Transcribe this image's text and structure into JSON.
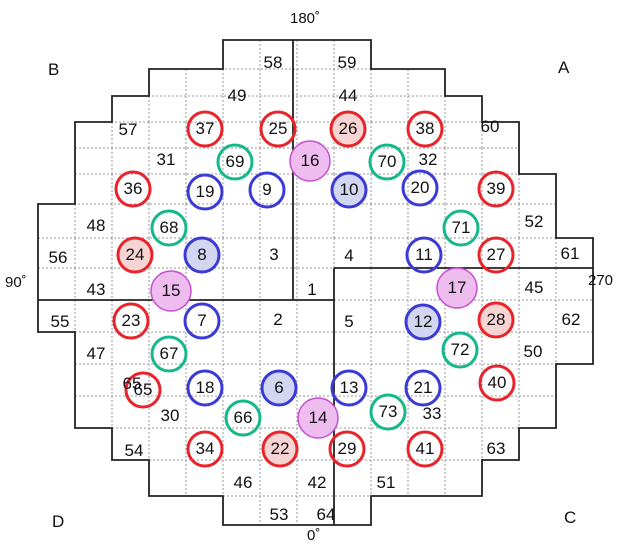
{
  "quadrants": {
    "A": "A",
    "B": "B",
    "C": "C",
    "D": "D"
  },
  "angles": {
    "top": "180˚",
    "bottom": "0˚",
    "left": "90˚",
    "right": "270"
  },
  "colors": {
    "red": "#e8242a",
    "blue": "#3a3ad6",
    "green": "#14b88a",
    "magenta": "#c64fd0",
    "fill_red": "#f6d4d4",
    "fill_blue": "#d3d6f0",
    "fill_magenta": "#eebcef",
    "grid_solid": "#222222",
    "grid_dotted": "#9a9a9a"
  },
  "plain_labels": [
    "1",
    "2",
    "3",
    "4",
    "5",
    "30",
    "31",
    "32",
    "33",
    "42",
    "43",
    "44",
    "45",
    "46",
    "47",
    "48",
    "49",
    "50",
    "51",
    "52",
    "53",
    "54",
    "55",
    "56",
    "57",
    "58",
    "59",
    "60",
    "61",
    "62",
    "63",
    "64",
    "65",
    "65"
  ],
  "markers": [
    {
      "label": "6",
      "color": "blue",
      "filled": true
    },
    {
      "label": "7",
      "color": "blue",
      "filled": false
    },
    {
      "label": "8",
      "color": "blue",
      "filled": true
    },
    {
      "label": "9",
      "color": "blue",
      "filled": false
    },
    {
      "label": "10",
      "color": "blue",
      "filled": true
    },
    {
      "label": "11",
      "color": "blue",
      "filled": false
    },
    {
      "label": "12",
      "color": "blue",
      "filled": true
    },
    {
      "label": "13",
      "color": "blue",
      "filled": false
    },
    {
      "label": "14",
      "color": "magenta",
      "filled": true
    },
    {
      "label": "15",
      "color": "magenta",
      "filled": true
    },
    {
      "label": "16",
      "color": "magenta",
      "filled": true
    },
    {
      "label": "17",
      "color": "magenta",
      "filled": true
    },
    {
      "label": "18",
      "color": "blue",
      "filled": false
    },
    {
      "label": "19",
      "color": "blue",
      "filled": false
    },
    {
      "label": "20",
      "color": "blue",
      "filled": false
    },
    {
      "label": "21",
      "color": "blue",
      "filled": false
    },
    {
      "label": "22",
      "color": "red",
      "filled": true
    },
    {
      "label": "23",
      "color": "red",
      "filled": false
    },
    {
      "label": "24",
      "color": "red",
      "filled": true
    },
    {
      "label": "25",
      "color": "red",
      "filled": false
    },
    {
      "label": "26",
      "color": "red",
      "filled": true
    },
    {
      "label": "27",
      "color": "red",
      "filled": false
    },
    {
      "label": "28",
      "color": "red",
      "filled": true
    },
    {
      "label": "29",
      "color": "red",
      "filled": false
    },
    {
      "label": "34",
      "color": "red",
      "filled": false
    },
    {
      "label": "36",
      "color": "red",
      "filled": false
    },
    {
      "label": "37",
      "color": "red",
      "filled": false
    },
    {
      "label": "38",
      "color": "red",
      "filled": false
    },
    {
      "label": "39",
      "color": "red",
      "filled": false
    },
    {
      "label": "40",
      "color": "red",
      "filled": false
    },
    {
      "label": "41",
      "color": "red",
      "filled": false
    },
    {
      "label": "65",
      "color": "red",
      "filled": false
    },
    {
      "label": "66",
      "color": "green",
      "filled": false
    },
    {
      "label": "67",
      "color": "green",
      "filled": false
    },
    {
      "label": "68",
      "color": "green",
      "filled": false
    },
    {
      "label": "69",
      "color": "green",
      "filled": false
    },
    {
      "label": "70",
      "color": "green",
      "filled": false
    },
    {
      "label": "71",
      "color": "green",
      "filled": false
    },
    {
      "label": "72",
      "color": "green",
      "filled": false
    },
    {
      "label": "73",
      "color": "green",
      "filled": false
    }
  ]
}
